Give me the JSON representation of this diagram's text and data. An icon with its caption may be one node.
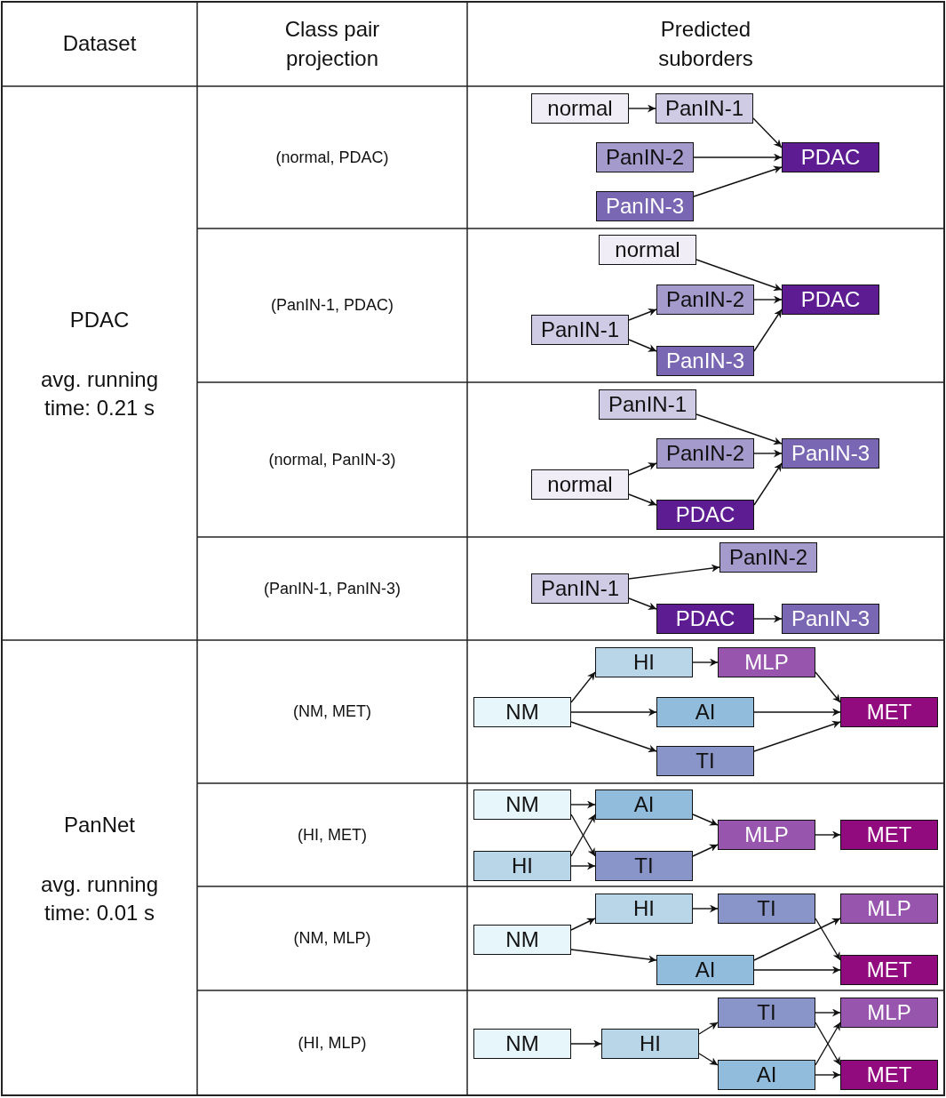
{
  "diagram": {
    "nodes": [
      {
        "text": [
          "normal"
        ]
      },
      {
        "text": [
          "PanIN-1"
        ]
      },
      {
        "text": [
          "PanIN-2"
        ]
      },
      {
        "text": [
          "PanIN-3"
        ]
      },
      {
        "text": [
          "PDAC"
        ]
      },
      {
        "text": [
          "normal"
        ]
      },
      {
        "text": [
          "PanIN-2"
        ]
      },
      {
        "text": [
          "PDAC"
        ]
      },
      {
        "text": [
          "PanIN-1"
        ]
      },
      {
        "text": [
          "PanIN-3"
        ]
      },
      {
        "text": [
          "PanIN-1"
        ]
      },
      {
        "text": [
          "PanIN-2"
        ]
      },
      {
        "text": [
          "PanIN-3"
        ]
      },
      {
        "text": [
          "normal"
        ]
      },
      {
        "text": [
          "PDAC"
        ]
      },
      {
        "text": [
          "PanIN-2"
        ]
      },
      {
        "text": [
          "PanIN-1"
        ]
      },
      {
        "text": [
          "PDAC"
        ]
      },
      {
        "text": [
          "PanIN-3"
        ]
      },
      {
        "text": [
          "HI"
        ]
      },
      {
        "text": [
          "MLP"
        ]
      },
      {
        "text": [
          "NM"
        ]
      },
      {
        "text": [
          "AI"
        ]
      },
      {
        "text": [
          "MET"
        ]
      },
      {
        "text": [
          "TI"
        ]
      },
      {
        "text": [
          "NM"
        ]
      },
      {
        "text": [
          "AI"
        ]
      },
      {
        "text": [
          "MLP"
        ]
      },
      {
        "text": [
          "MET"
        ]
      },
      {
        "text": [
          "HI"
        ]
      },
      {
        "text": [
          "TI"
        ]
      },
      {
        "text": [
          "HI"
        ]
      },
      {
        "text": [
          "TI"
        ]
      },
      {
        "text": [
          "MLP"
        ]
      },
      {
        "text": [
          "NM"
        ]
      },
      {
        "text": [
          "AI"
        ]
      },
      {
        "text": [
          "MET"
        ]
      },
      {
        "text": [
          "TI"
        ]
      },
      {
        "text": [
          "MLP"
        ]
      },
      {
        "text": [
          "NM"
        ]
      },
      {
        "text": [
          "HI"
        ]
      },
      {
        "text": [
          "AI"
        ]
      },
      {
        "text": [
          "MET"
        ]
      }
    ],
    "edges": [
      {
        "from": 0,
        "to": 1,
        "arrow": "to"
      },
      {
        "from": 1,
        "to": 4,
        "arrow": "to"
      },
      {
        "from": 2,
        "to": 4,
        "arrow": "to"
      },
      {
        "from": 3,
        "to": 4,
        "arrow": "to"
      },
      {
        "from": 5,
        "to": 7,
        "arrow": "to"
      },
      {
        "from": 6,
        "to": 7,
        "arrow": "to"
      },
      {
        "from": 8,
        "to": 6,
        "arrow": "to"
      },
      {
        "from": 8,
        "to": 9,
        "arrow": "to"
      },
      {
        "from": 9,
        "to": 7,
        "arrow": "to"
      },
      {
        "from": 10,
        "to": 12,
        "arrow": "to"
      },
      {
        "from": 11,
        "to": 12,
        "arrow": "to"
      },
      {
        "from": 13,
        "to": 11,
        "arrow": "to"
      },
      {
        "from": 13,
        "to": 14,
        "arrow": "to"
      },
      {
        "from": 14,
        "to": 12,
        "arrow": "to"
      },
      {
        "from": 16,
        "to": 15,
        "arrow": "to"
      },
      {
        "from": 16,
        "to": 17,
        "arrow": "to"
      },
      {
        "from": 17,
        "to": 18,
        "arrow": "to"
      },
      {
        "from": 21,
        "to": 19,
        "arrow": "to"
      },
      {
        "from": 19,
        "to": 20,
        "arrow": "to"
      },
      {
        "from": 21,
        "to": 22,
        "arrow": "to"
      },
      {
        "from": 21,
        "to": 24,
        "arrow": "to"
      },
      {
        "from": 20,
        "to": 23,
        "arrow": "to"
      },
      {
        "from": 22,
        "to": 23,
        "arrow": "to"
      },
      {
        "from": 24,
        "to": 23,
        "arrow": "to"
      },
      {
        "from": 25,
        "to": 26,
        "arrow": "to"
      },
      {
        "from": 25,
        "to": 30,
        "arrow": "to"
      },
      {
        "from": 29,
        "to": 26,
        "arrow": "to"
      },
      {
        "from": 29,
        "to": 30,
        "arrow": "to"
      },
      {
        "from": 26,
        "to": 27,
        "arrow": "to"
      },
      {
        "from": 30,
        "to": 27,
        "arrow": "to"
      },
      {
        "from": 27,
        "to": 28,
        "arrow": "to"
      },
      {
        "from": 34,
        "to": 31,
        "arrow": "to"
      },
      {
        "from": 31,
        "to": 32,
        "arrow": "to"
      },
      {
        "from": 34,
        "to": 35,
        "arrow": "to"
      },
      {
        "from": 32,
        "to": 36,
        "arrow": "to"
      },
      {
        "from": 35,
        "to": 33,
        "arrow": "to"
      },
      {
        "from": 35,
        "to": 36,
        "arrow": "to"
      },
      {
        "from": 39,
        "to": 40,
        "arrow": "to"
      },
      {
        "from": 40,
        "to": 37,
        "arrow": "to"
      },
      {
        "from": 40,
        "to": 41,
        "arrow": "to"
      },
      {
        "from": 37,
        "to": 38,
        "arrow": "to"
      },
      {
        "from": 37,
        "to": 42,
        "arrow": "to"
      },
      {
        "from": 41,
        "to": 38,
        "arrow": "to"
      },
      {
        "from": 41,
        "to": 42,
        "arrow": "to"
      }
    ],
    "labels": [
      "Dataset",
      "Class pair projection",
      "Predicted suborders",
      "PDAC",
      "avg. running time: 0.21 s",
      "(normal, PDAC)",
      "(PanIN-1, PDAC)",
      "(normal, PanIN-3)",
      "(PanIN-1, PanIN-3)",
      "PanNet",
      "avg. running time: 0.01 s",
      "(NM, MET)",
      "(HI, MET)",
      "(NM, MLP)",
      "(HI, MLP)"
    ]
  }
}
